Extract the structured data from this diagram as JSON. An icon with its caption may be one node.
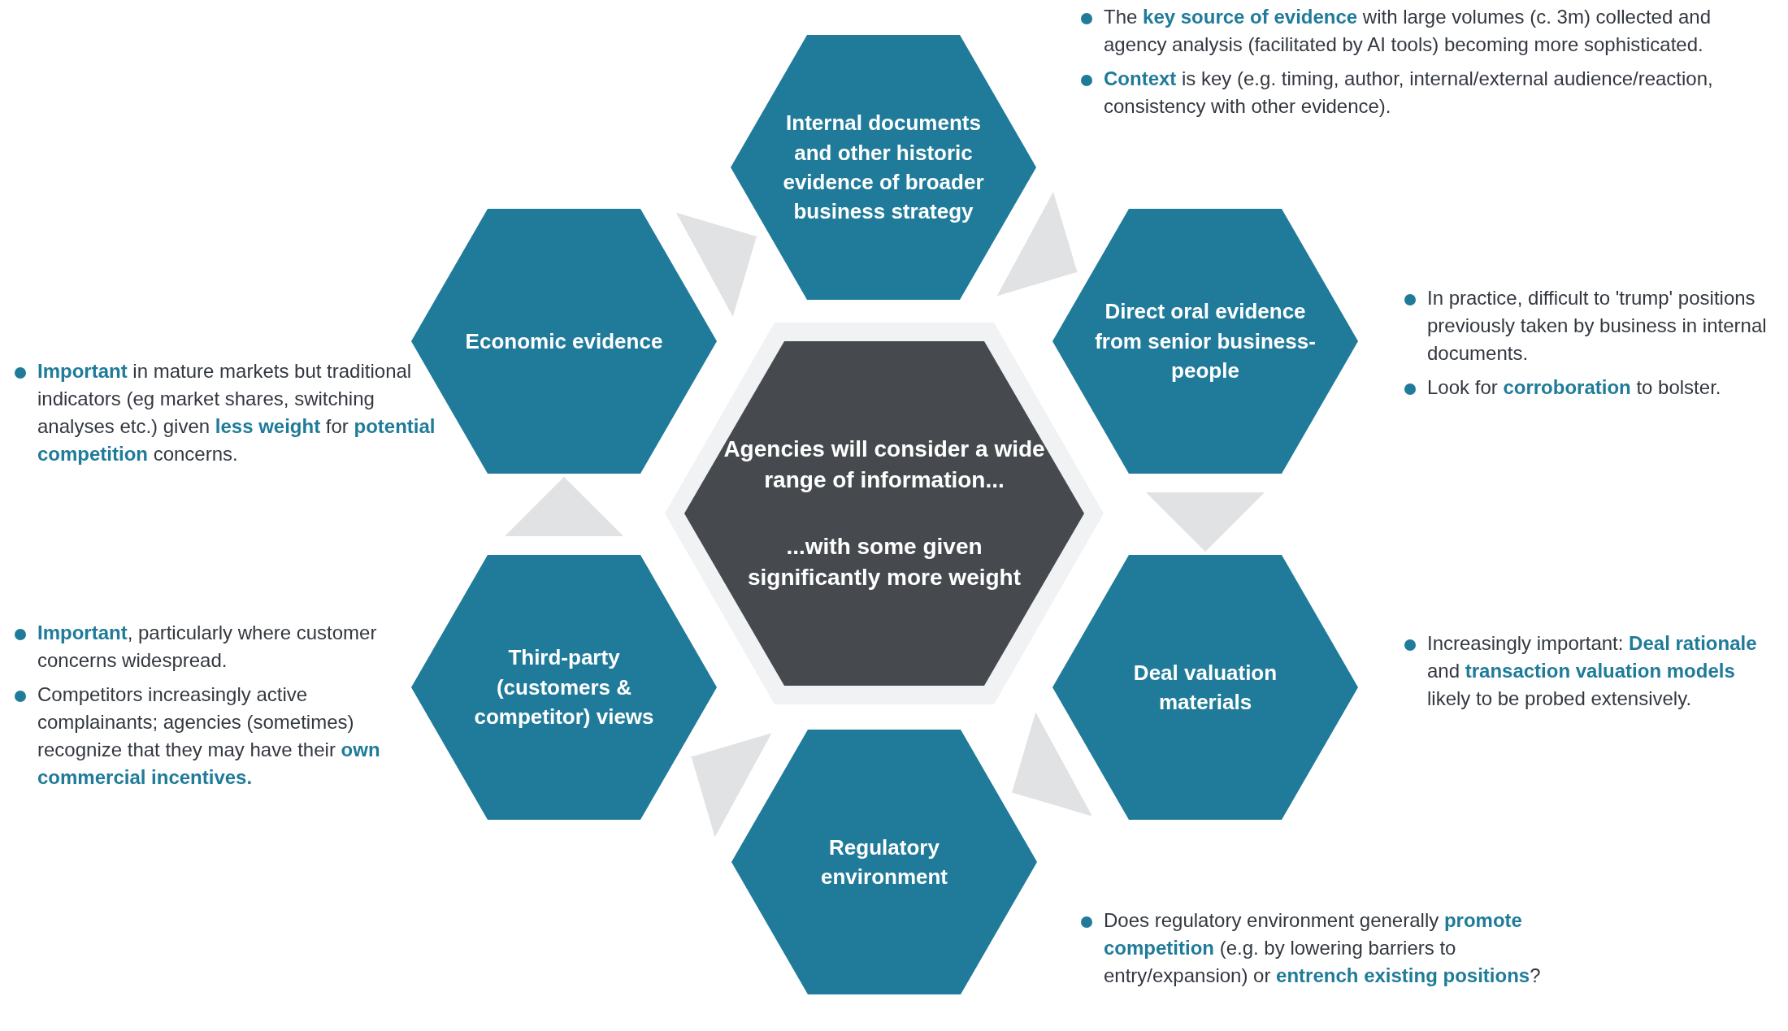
{
  "diagram": {
    "nodes": [
      {
        "text": [
          "Internal documents and other historic evidence of broader business strategy"
        ],
        "beside": [
          "The **key source of evidence** with large volumes (c. 3m) collected and agency analysis (facilitated by AI tools) becoming more sophisticated.",
          "**Context** is key (e.g. timing, author, internal/external audience/reaction, consistency with other evidence)."
        ]
      },
      {
        "text": [
          "Economic evidence"
        ],
        "beside": [
          "**Important** in mature markets but traditional indicators (eg market shares, switching analyses etc.) given **less weight** for **potential competition** concerns."
        ]
      },
      {
        "text": [
          "Direct oral evidence from senior business- people"
        ],
        "beside": [
          "In practice, difficult to 'trump' positions previously taken by business in internal documents.",
          "Look for **corroboration** to bolster."
        ]
      },
      {
        "text": [
          "Agencies will consider a wide range of information...",
          "...with some given significantly more weight"
        ]
      },
      {
        "text": [
          "Third-party (customers & competitor) views"
        ],
        "beside": [
          "**Important**, particularly where customer concerns widespread.",
          "Competitors increasingly active complainants; agencies (sometimes) recognize that they may have their **own commercial incentives.**"
        ]
      },
      {
        "text": [
          "Deal valuation materials"
        ],
        "beside": [
          "Increasingly important: **Deal rationale** and **transaction valuation models** likely to be probed extensively."
        ]
      },
      {
        "text": [
          "Regulatory environment"
        ],
        "beside": [
          "Does regulatory environment generally **promote competition** (e.g. by lowering barriers to entry/expansion) or **entrench existing positions**?"
        ]
      }
    ],
    "edges": [
      {
        "from": 0,
        "to": 2,
        "arrow": "to"
      },
      {
        "from": 2,
        "to": 5,
        "arrow": "to"
      },
      {
        "from": 5,
        "to": 6,
        "arrow": "to"
      },
      {
        "from": 6,
        "to": 4,
        "arrow": "to"
      },
      {
        "from": 4,
        "to": 1,
        "arrow": "to"
      },
      {
        "from": 1,
        "to": 0,
        "arrow": "to"
      }
    ]
  }
}
